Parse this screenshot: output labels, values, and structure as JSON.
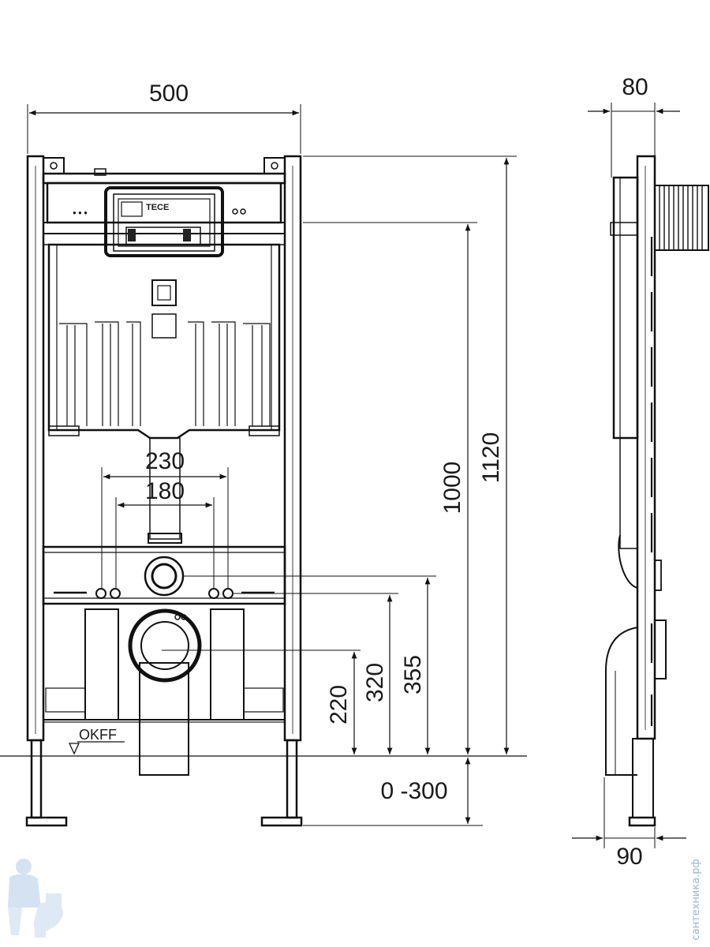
{
  "dimensions": {
    "width_total": "500",
    "depth_top": "80",
    "depth_bottom": "90",
    "spacing_outer": "230",
    "spacing_inner": "180",
    "height_total": "1120",
    "height_frame": "1000",
    "height_355": "355",
    "height_320": "320",
    "height_220": "220",
    "leg_range": "0 -300"
  },
  "labels": {
    "floor_level": "OKFF",
    "brand": "TECE",
    "watermark": "сантехника.рф"
  }
}
